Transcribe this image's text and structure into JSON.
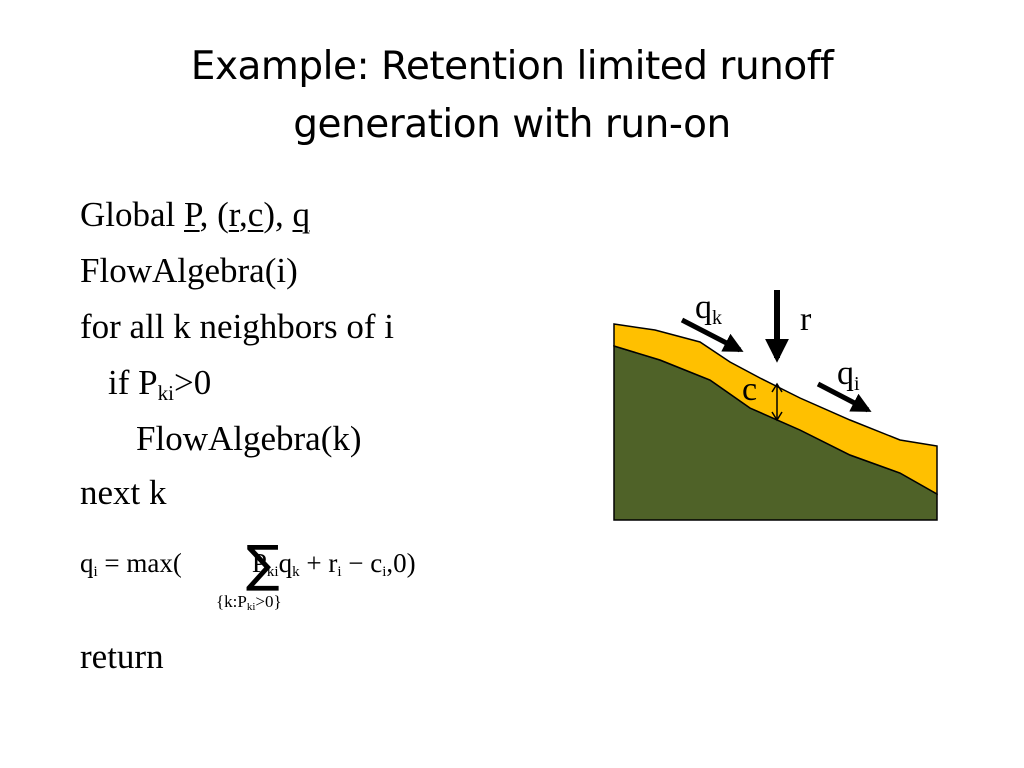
{
  "title": {
    "line1": "Example: Retention limited runoff",
    "line2": "generation with run-on"
  },
  "code": {
    "global": {
      "prefix": "Global ",
      "P": "P",
      "sep1": ", (",
      "r": "r",
      "comma": ",",
      "c": "c",
      "sep2": "), ",
      "q": "q"
    },
    "flow_i": "FlowAlgebra(i)",
    "for_all": "for all k neighbors of i",
    "if": {
      "prefix": "if P",
      "sub": "ki",
      "suffix": ">0"
    },
    "flow_k": "FlowAlgebra(k)",
    "next": "next k",
    "return": "return"
  },
  "formula": {
    "q": "q",
    "q_sub": "i",
    "eq": " = max(",
    "P": "P",
    "P_sub": "ki",
    "qk": "q",
    "qk_sub": "k",
    "plus": " + r",
    "r_sub": "i",
    "minus": " − c",
    "c_sub": "i",
    "end": ",0)",
    "sum_symbol": "∑",
    "under_prefix": "{k:P",
    "under_sub": "ki",
    "under_suffix": ">0}"
  },
  "diagram": {
    "labels": {
      "qk": "q",
      "qk_sub": "k",
      "r": "r",
      "qi": "q",
      "qi_sub": "i",
      "c": "c"
    },
    "colors": {
      "soil": "#4f6228",
      "water_layer": "#ffc000",
      "outline": "#000000"
    }
  }
}
